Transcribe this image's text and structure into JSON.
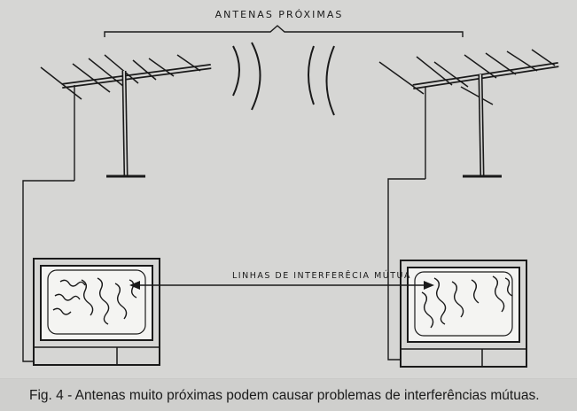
{
  "figure": {
    "label_top": "ANTENAS PRÓXIMAS",
    "label_middle": "LINHAS DE INTERFERÊCIA MÚTUA",
    "caption": "Fig. 4 - Antenas muito próximas podem causar problemas de interferências mútuas."
  },
  "colors": {
    "background": "#d6d6d4",
    "ink": "#1a1a1a",
    "screen": "#f4f4f2"
  }
}
